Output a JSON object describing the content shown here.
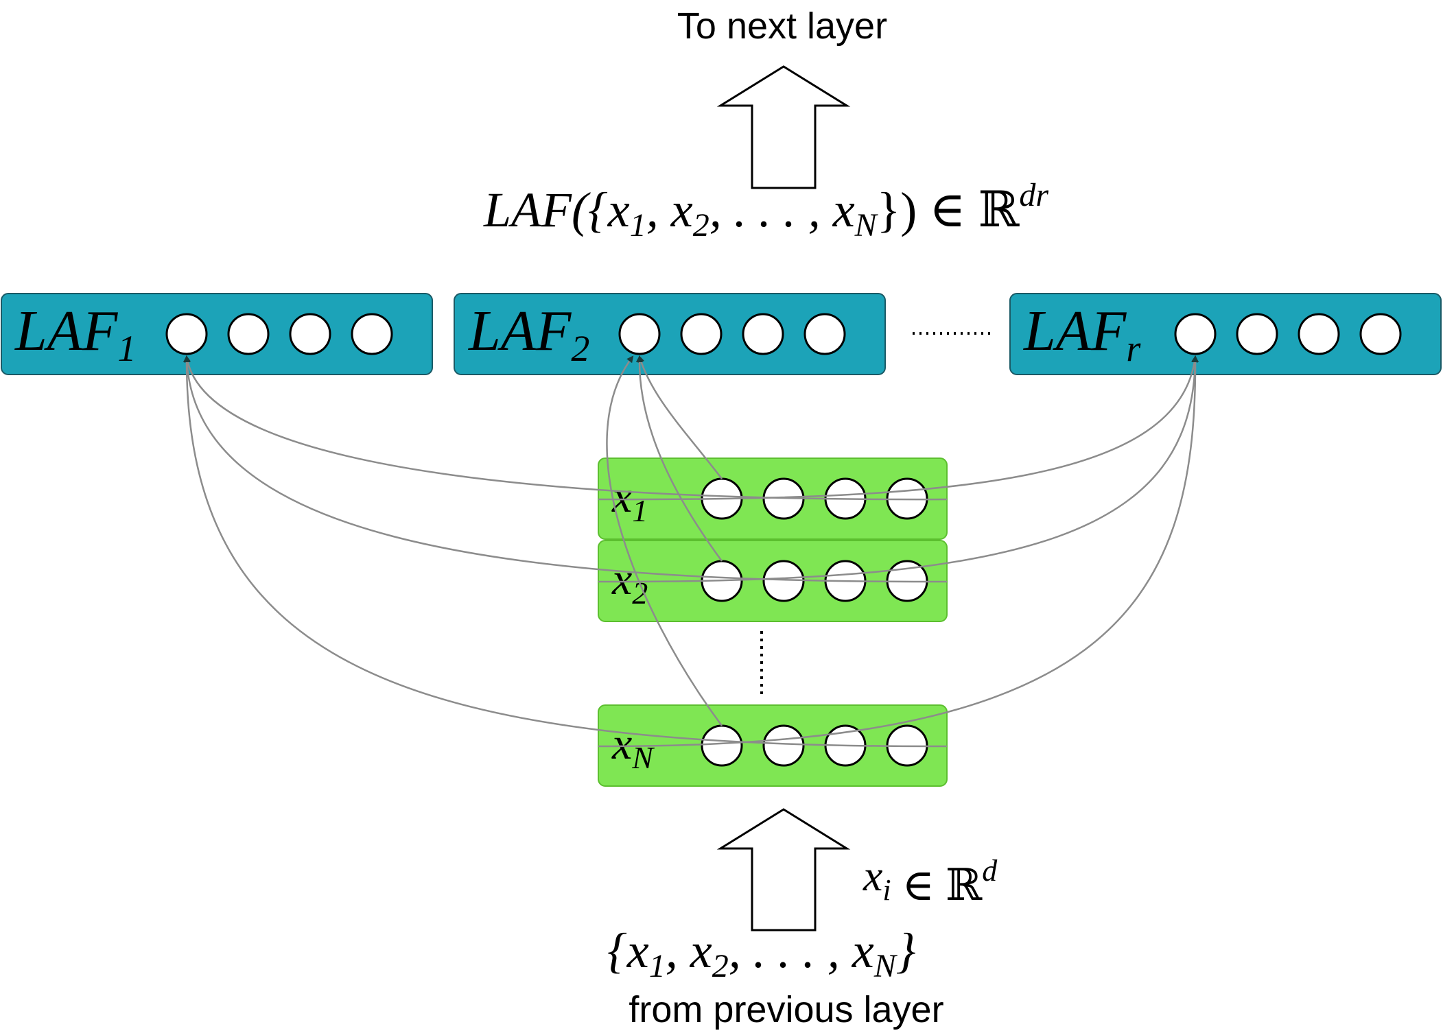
{
  "top": {
    "caption": "To next layer"
  },
  "output_formula": {
    "lhs": "LAF({x",
    "s1": "1",
    "c1": ", x",
    "s2": "2",
    "c2": ", . . . , x",
    "sN": "N",
    "rhs": "}) ∈ ℝ",
    "sup": "dr"
  },
  "laf_boxes": [
    {
      "name": "LAF",
      "sub": "1"
    },
    {
      "name": "LAF",
      "sub": "2"
    },
    {
      "name": "LAF",
      "sub": "r"
    }
  ],
  "laf_ellipsis": ".........",
  "inputs": [
    {
      "name": "x",
      "sub": "1"
    },
    {
      "name": "x",
      "sub": "2"
    },
    {
      "name": "x",
      "sub": "N"
    }
  ],
  "input_ellipsis": "⋮",
  "membership": {
    "var": "x",
    "sub": "i",
    "rel": " ∈ ℝ",
    "sup": "d"
  },
  "input_set": {
    "lhs": "{x",
    "s1": "1",
    "c1": ", x",
    "s2": "2",
    "c2": ", . . . , x",
    "sN": "N",
    "rhs": "}"
  },
  "bottom": {
    "caption": "from previous layer"
  },
  "colors": {
    "laf_fill": "#1ca3b8",
    "input_fill": "#7fe653",
    "input_border": "#5cbf2f",
    "edge": "#8c8c8c"
  }
}
